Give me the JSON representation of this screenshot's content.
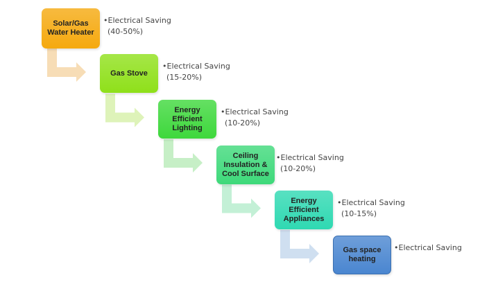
{
  "steps": [
    {
      "label": "Solar/Gas Water Heater",
      "note": "Electrical Saving",
      "detail": "(40-50%)",
      "color": "#f5a90f",
      "arrow": "#f7ddb6"
    },
    {
      "label": "Gas Stove",
      "note": "Electrical Saving",
      "detail": "(15-20%)",
      "color": "#8fe01a",
      "arrow": "#def3b9"
    },
    {
      "label": "Energy Efficient Lighting",
      "note": "Electrical Saving",
      "detail": "(10-20%)",
      "color": "#3ed83c",
      "arrow": "#c6efc6"
    },
    {
      "label": "Ceiling Insulation & Cool Surface",
      "note": "Electrical Saving",
      "detail": "(10-20%)",
      "color": "#3ed97a",
      "arrow": "#c3f0d6"
    },
    {
      "label": "Energy Efficient Appliances",
      "note": "Electrical Saving",
      "detail": "(10-15%)",
      "color": "#2fd9b2",
      "arrow": "#cfdff0"
    },
    {
      "label": "Gas space heating",
      "note": "Electrical Saving",
      "detail": "",
      "color": "#4a86d0",
      "arrow": ""
    }
  ]
}
